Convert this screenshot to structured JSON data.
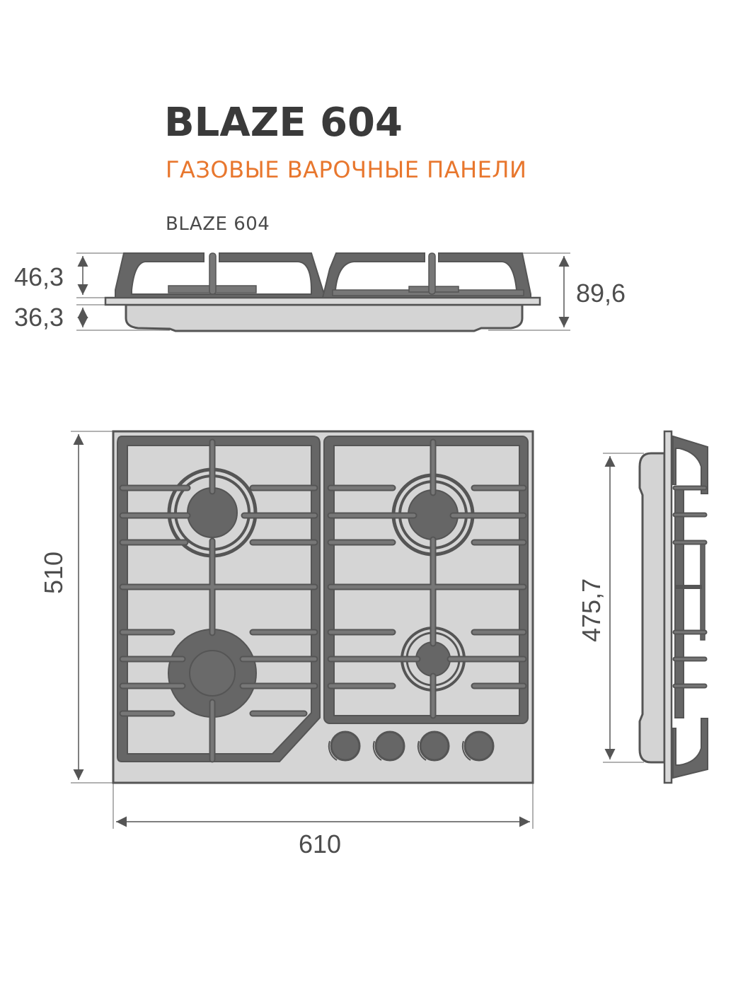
{
  "header": {
    "model": "BLAZE 604",
    "category": "ГАЗОВЫЕ ВАРОЧНЫЕ ПАНЕЛИ"
  },
  "side_view": {
    "label": "BLAZE 604",
    "dimensions": {
      "grate_height": "46,3",
      "body_depth": "36,3",
      "total_height": "89,6"
    }
  },
  "top_view": {
    "dimensions": {
      "depth": "510",
      "width": "610"
    },
    "burners": 4,
    "knobs": 4
  },
  "profile_view": {
    "dimensions": {
      "cutout_depth": "475,7"
    }
  },
  "colors": {
    "accent": "#e8772e",
    "text": "#3a3a3a",
    "metal_dark": "#666666",
    "metal_light": "#d4d4d4",
    "outline": "#555555"
  }
}
